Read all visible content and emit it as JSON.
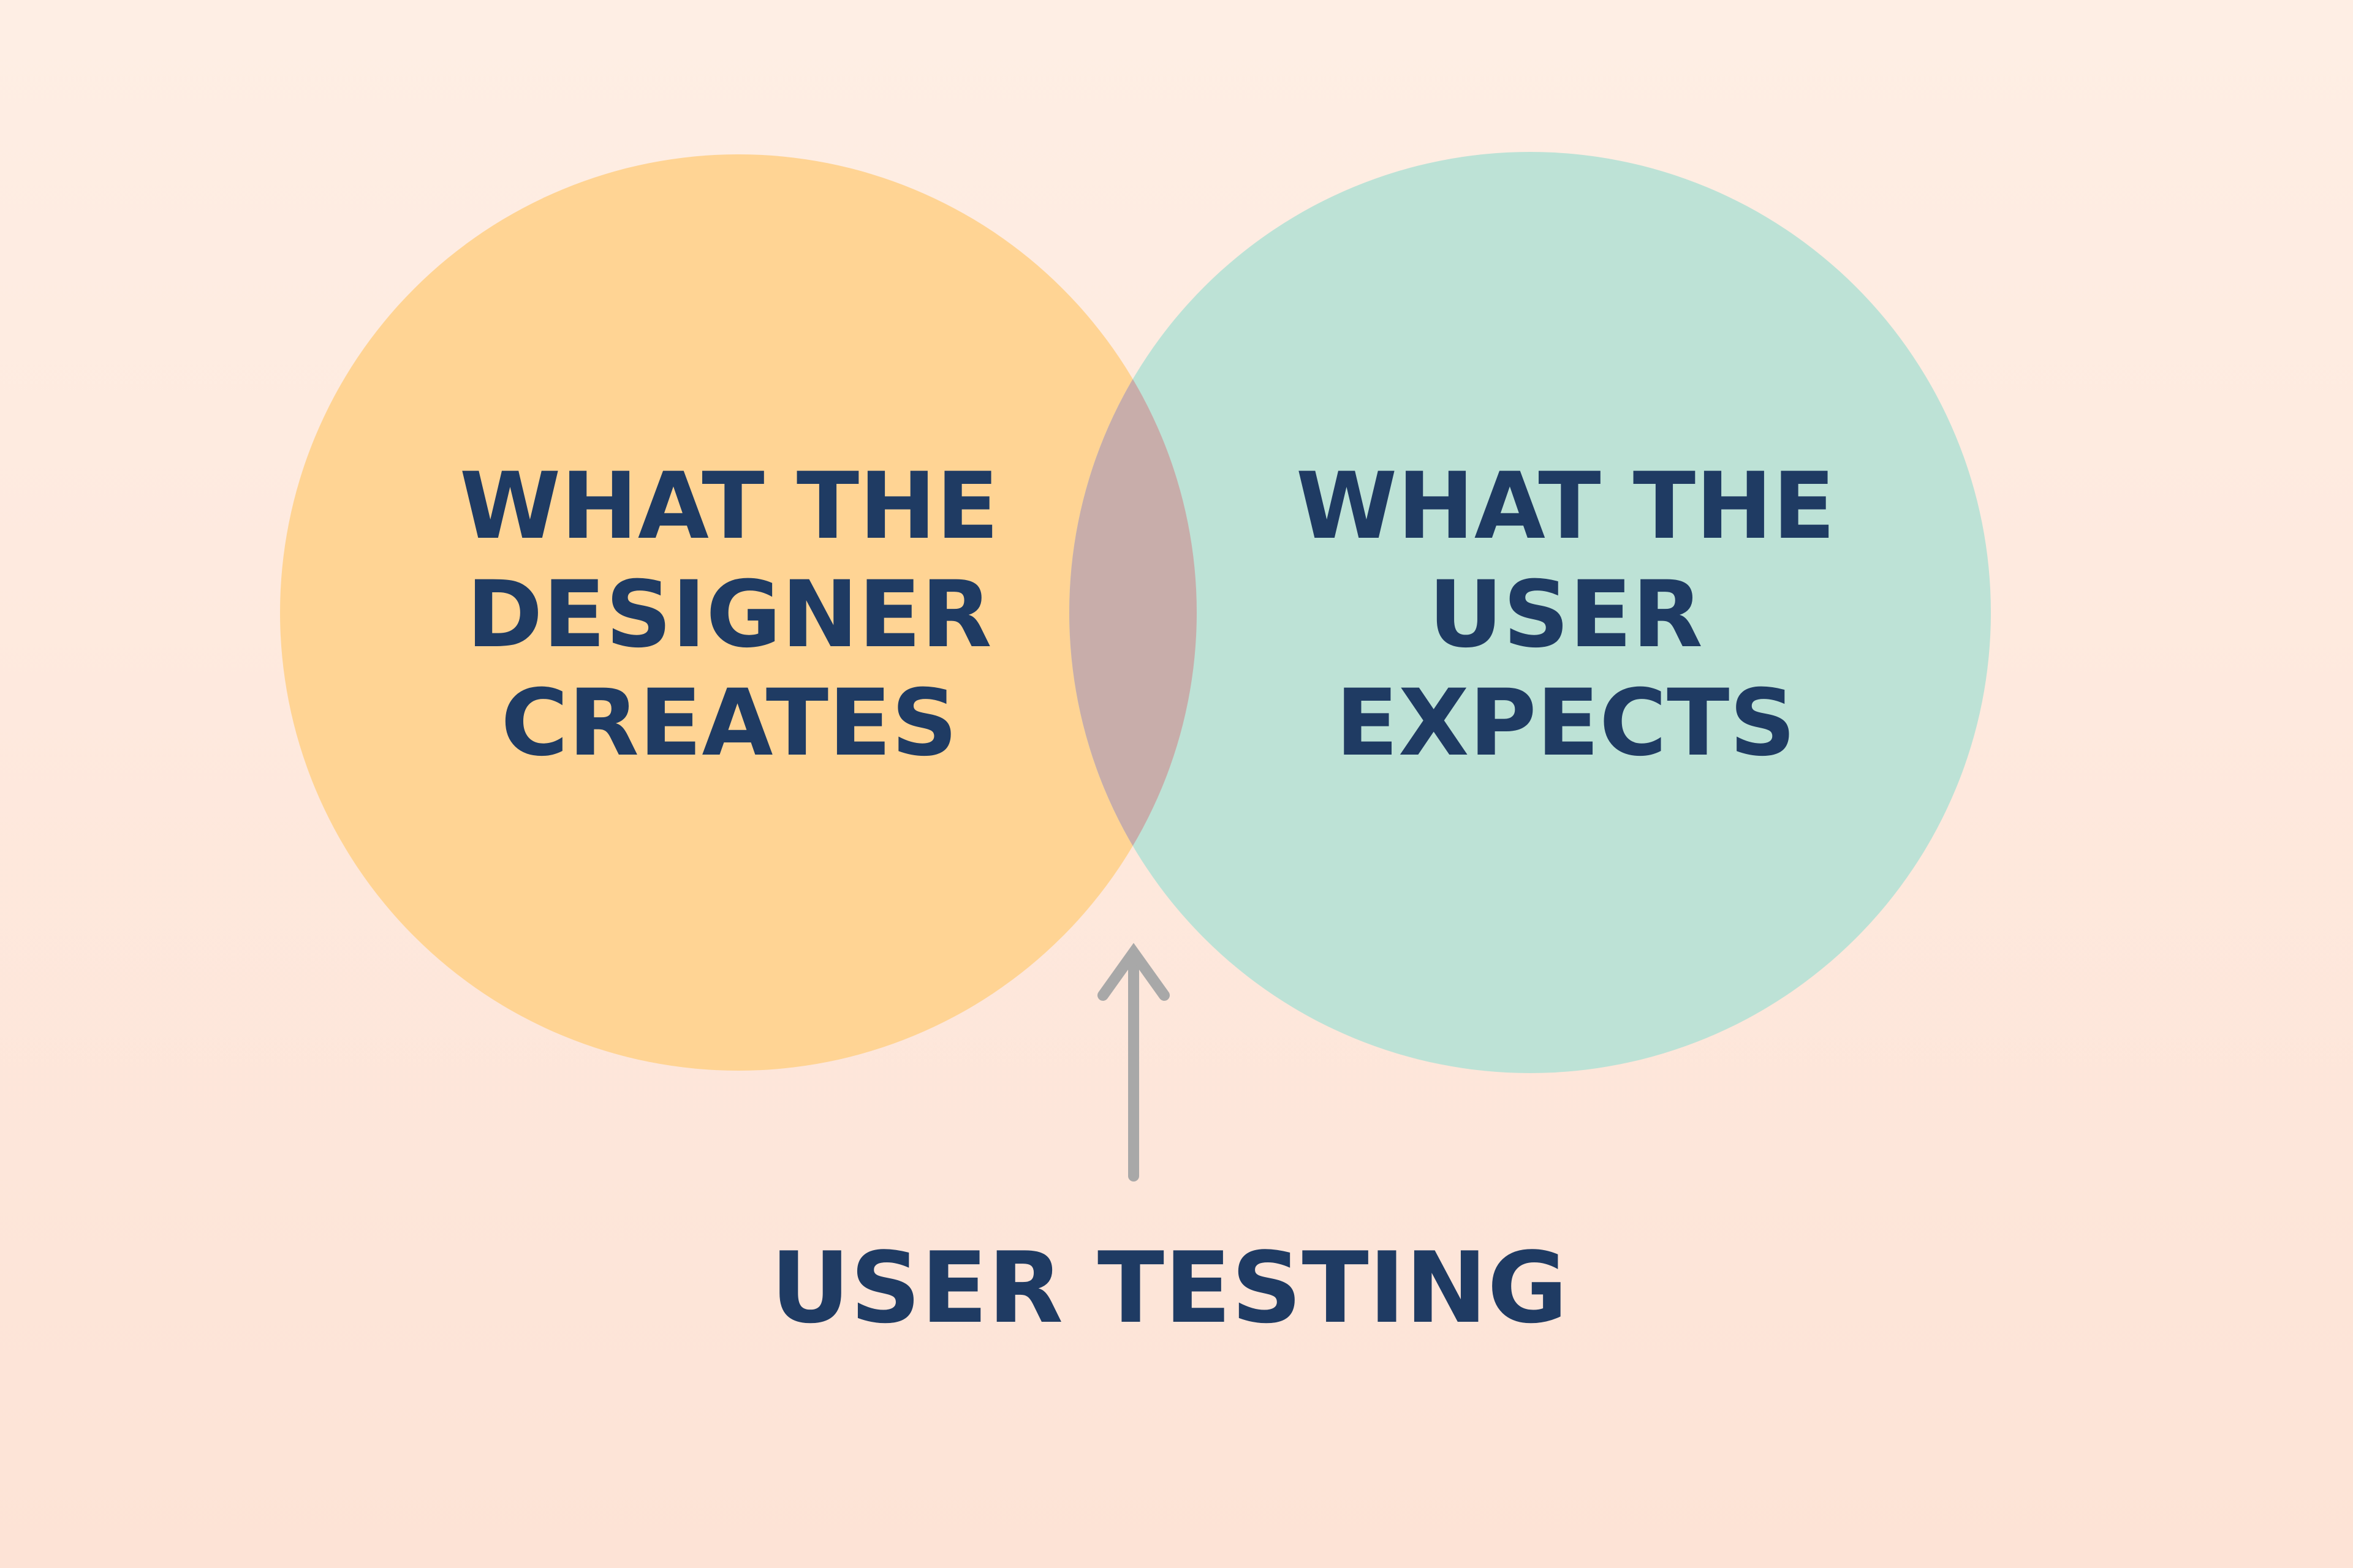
{
  "background": {
    "top_color": "#FEEEE4",
    "bottom_color": "#FDE3D6"
  },
  "circles": [
    {
      "lines": [
        "WHAT THE",
        "DESIGNER",
        "CREATES"
      ],
      "color": "#FFD494"
    },
    {
      "lines": [
        "WHAT THE",
        "USER",
        "EXPECTS"
      ],
      "color": "#BDE2D6"
    }
  ],
  "overlap_color": "#C8ADAA",
  "arrow": {
    "icon": "arrow-up-icon",
    "color": "#A8A8A8"
  },
  "label": "USER TESTING",
  "text_color": "#1F3B63"
}
